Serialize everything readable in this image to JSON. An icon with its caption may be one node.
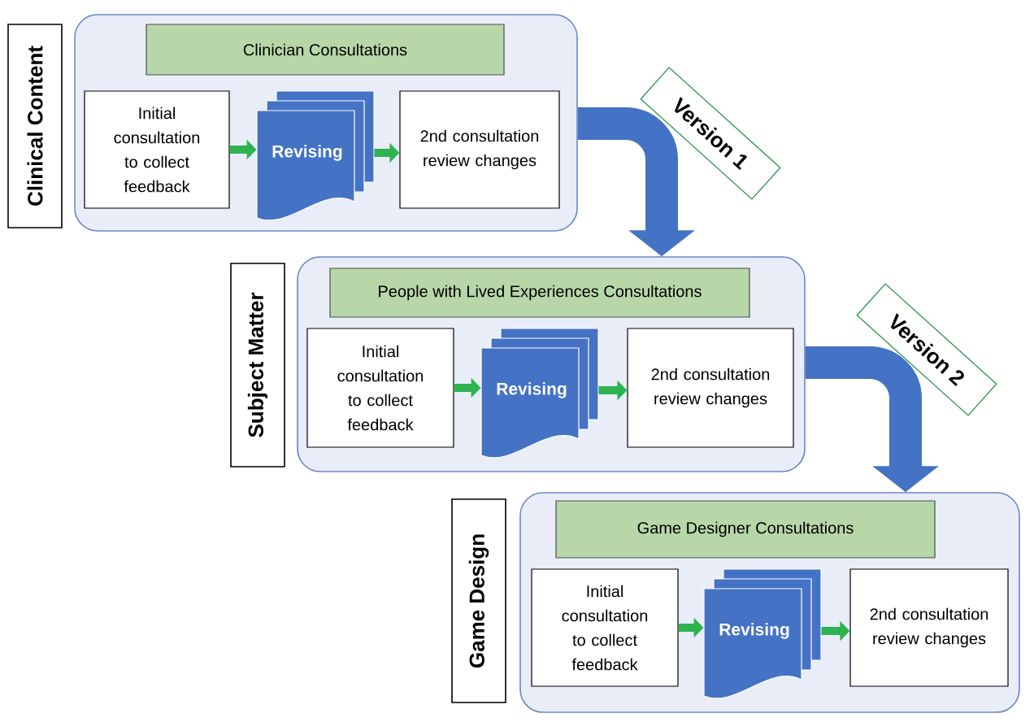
{
  "diagram": {
    "nodes": [
      {
        "text": [
          "Clinical Content"
        ]
      },
      {
        "text": [],
        "shape": "box"
      },
      {
        "text": [
          "Clinician Consultations"
        ],
        "in": 1
      },
      {
        "text": [
          "Initial consultation to collect feedback"
        ],
        "in": 1
      },
      {
        "text": [
          "Revising"
        ],
        "in": 1
      },
      {
        "text": [
          "2nd consultation review changes"
        ],
        "in": 1
      },
      {
        "text": [
          "Subject Matter"
        ]
      },
      {
        "text": [],
        "shape": "box"
      },
      {
        "text": [
          "People with Lived Experiences Consultations"
        ],
        "in": 7
      },
      {
        "text": [
          "Initial consultation to collect feedback"
        ],
        "in": 7
      },
      {
        "text": [
          "Revising"
        ],
        "in": 7
      },
      {
        "text": [
          "2nd consultation review changes"
        ],
        "in": 7
      },
      {
        "text": [
          "Game Design"
        ]
      },
      {
        "text": [],
        "shape": "box"
      },
      {
        "text": [
          "Game Designer Consultations"
        ],
        "in": 13
      },
      {
        "text": [
          "Initial consultation to collect feedback"
        ],
        "in": 13
      },
      {
        "text": [
          "Revising"
        ],
        "in": 13
      },
      {
        "text": [
          "2nd consultation review changes"
        ],
        "in": 13
      }
    ],
    "edges": [
      {
        "from": 3,
        "to": 4,
        "arrow": "to"
      },
      {
        "from": 4,
        "to": 5,
        "arrow": "to"
      },
      {
        "from": 1,
        "to": 7,
        "arrow": "to",
        "label": "Version 1",
        "style": "thick",
        "color": "#4472c4"
      },
      {
        "from": 9,
        "to": 10,
        "arrow": "to"
      },
      {
        "from": 10,
        "to": 11,
        "arrow": "to"
      },
      {
        "from": 7,
        "to": 13,
        "arrow": "to",
        "label": "Version 2",
        "style": "thick",
        "color": "#4472c4"
      },
      {
        "from": 15,
        "to": 16,
        "arrow": "to"
      },
      {
        "from": 16,
        "to": 17,
        "arrow": "to"
      }
    ]
  }
}
